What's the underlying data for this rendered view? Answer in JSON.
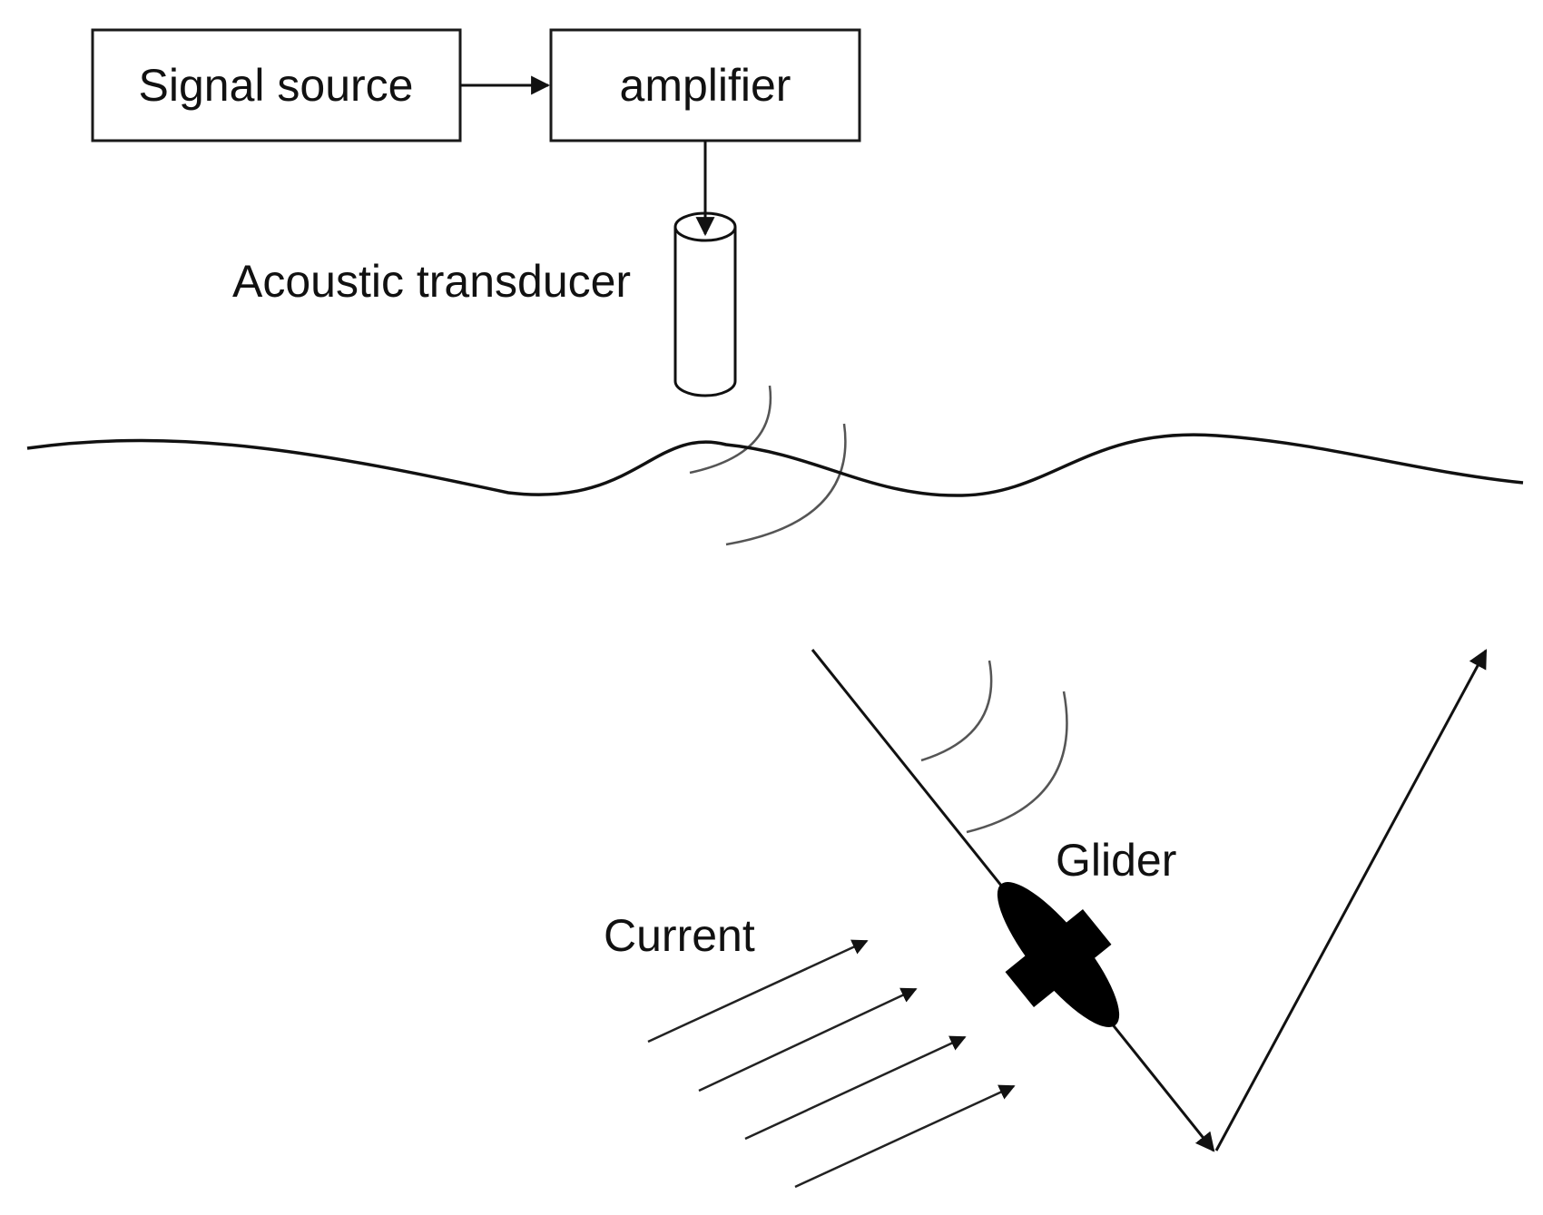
{
  "labels": {
    "signal_source": "Signal source",
    "amplifier": "amplifier",
    "acoustic_transducer": "Acoustic transducer",
    "glider": "Glider",
    "current": "Current"
  }
}
